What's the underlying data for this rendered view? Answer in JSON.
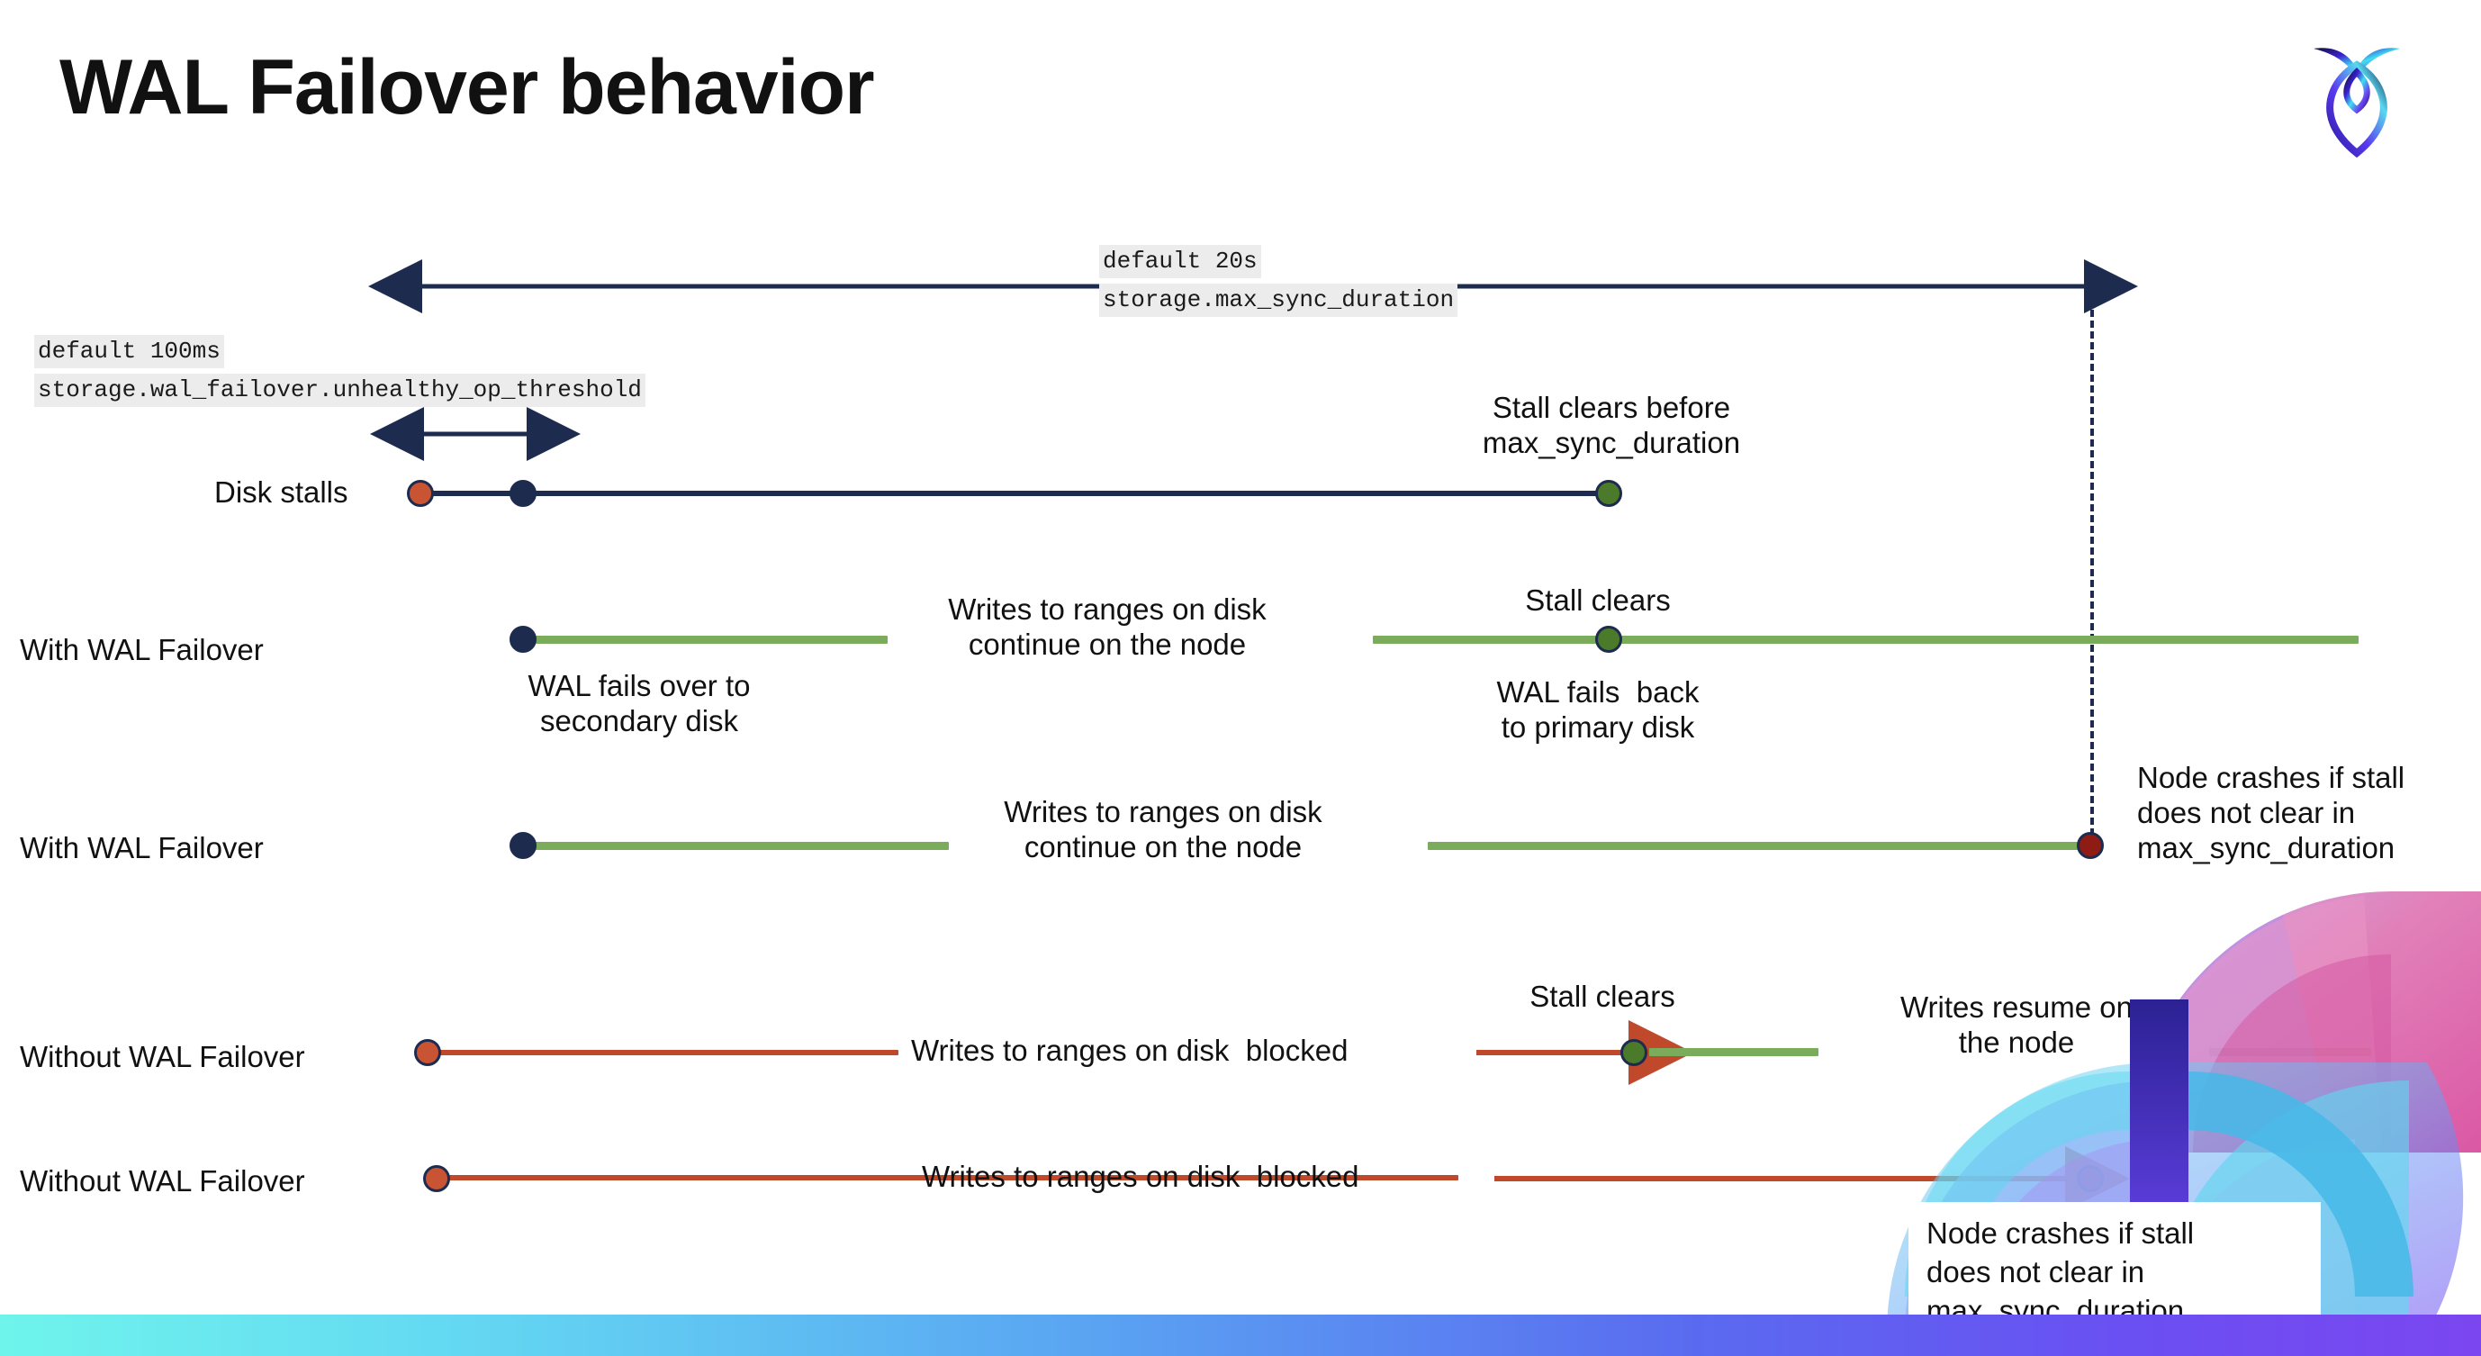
{
  "slide": {
    "title": "WAL Failover behavior",
    "logo_name": "cockroachdb-logo"
  },
  "scale_annotations": {
    "max_sync": {
      "line1": "default 20s",
      "line2": "storage.max_sync_duration"
    },
    "unhealthy": {
      "line1": "default 100ms",
      "line2": "storage.wal_failover.unhealthy_op_threshold"
    }
  },
  "rows": [
    {
      "label": "Disk stalls",
      "annotations": {
        "stall_clears_before": "Stall clears before\nmax_sync_duration"
      }
    },
    {
      "label": "With WAL Failover",
      "annotations": {
        "writes_continue": "Writes to ranges on disk\ncontinue on the node",
        "failover": "WAL fails over to\nsecondary disk",
        "stall_clears": "Stall clears",
        "fails_back": "WAL fails  back\nto primary disk"
      }
    },
    {
      "label": "With WAL Failover",
      "annotations": {
        "writes_continue": "Writes to ranges on disk\ncontinue on the node",
        "node_crashes": "Node crashes if stall\ndoes not clear in\nmax_sync_duration"
      }
    },
    {
      "label": "Without WAL Failover",
      "annotations": {
        "writes_blocked": "Writes to ranges on disk  blocked",
        "stall_clears": "Stall clears",
        "writes_resume": "Writes resume on\nthe node"
      }
    },
    {
      "label": "Without WAL Failover",
      "annotations": {
        "writes_blocked": "Writes to ranges on disk  blocked",
        "node_crashes": "Node crashes if stall\ndoes not clear in\nmax_sync_duration"
      }
    }
  ],
  "colors": {
    "navy": "#1d2b4e",
    "green_line": "#7aac5b",
    "green_dot": "#4a7a2a",
    "red_line": "#c0492c",
    "red_dot": "#c95434",
    "dark_red_dot": "#8e1c14",
    "code_bg": "#ececec",
    "text": "#111111"
  }
}
